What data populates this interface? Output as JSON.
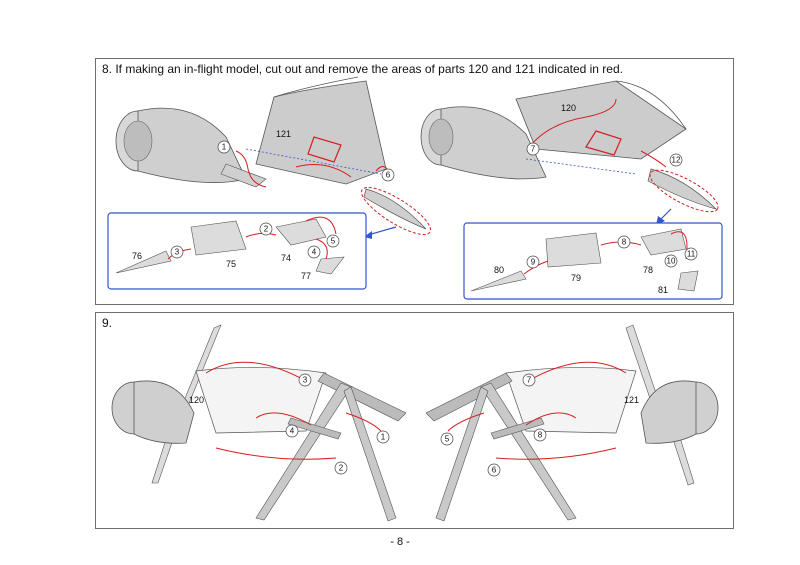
{
  "step8": {
    "title": "8. If making an in-flight model, cut out and remove the areas of parts 120 and 121 indicated in red.",
    "left": {
      "wing_part": "121",
      "callouts": [
        "1",
        "2",
        "3",
        "4",
        "5",
        "6"
      ],
      "inset_parts": [
        "76",
        "75",
        "74",
        "77"
      ]
    },
    "right": {
      "wing_part": "120",
      "callouts": [
        "7",
        "8",
        "9",
        "10",
        "11",
        "12"
      ],
      "inset_parts": [
        "80",
        "79",
        "78",
        "81"
      ]
    }
  },
  "step9": {
    "title": "9.",
    "left": {
      "wing_part": "120",
      "callouts": [
        "1",
        "2",
        "3",
        "4"
      ]
    },
    "right": {
      "wing_part": "121",
      "callouts": [
        "5",
        "6",
        "7",
        "8"
      ]
    }
  },
  "page_number": "- 8 -",
  "colors": {
    "red": "#d42020",
    "blue": "#3355cc",
    "part_fill": "#c8c8c8",
    "line": "#555555"
  }
}
